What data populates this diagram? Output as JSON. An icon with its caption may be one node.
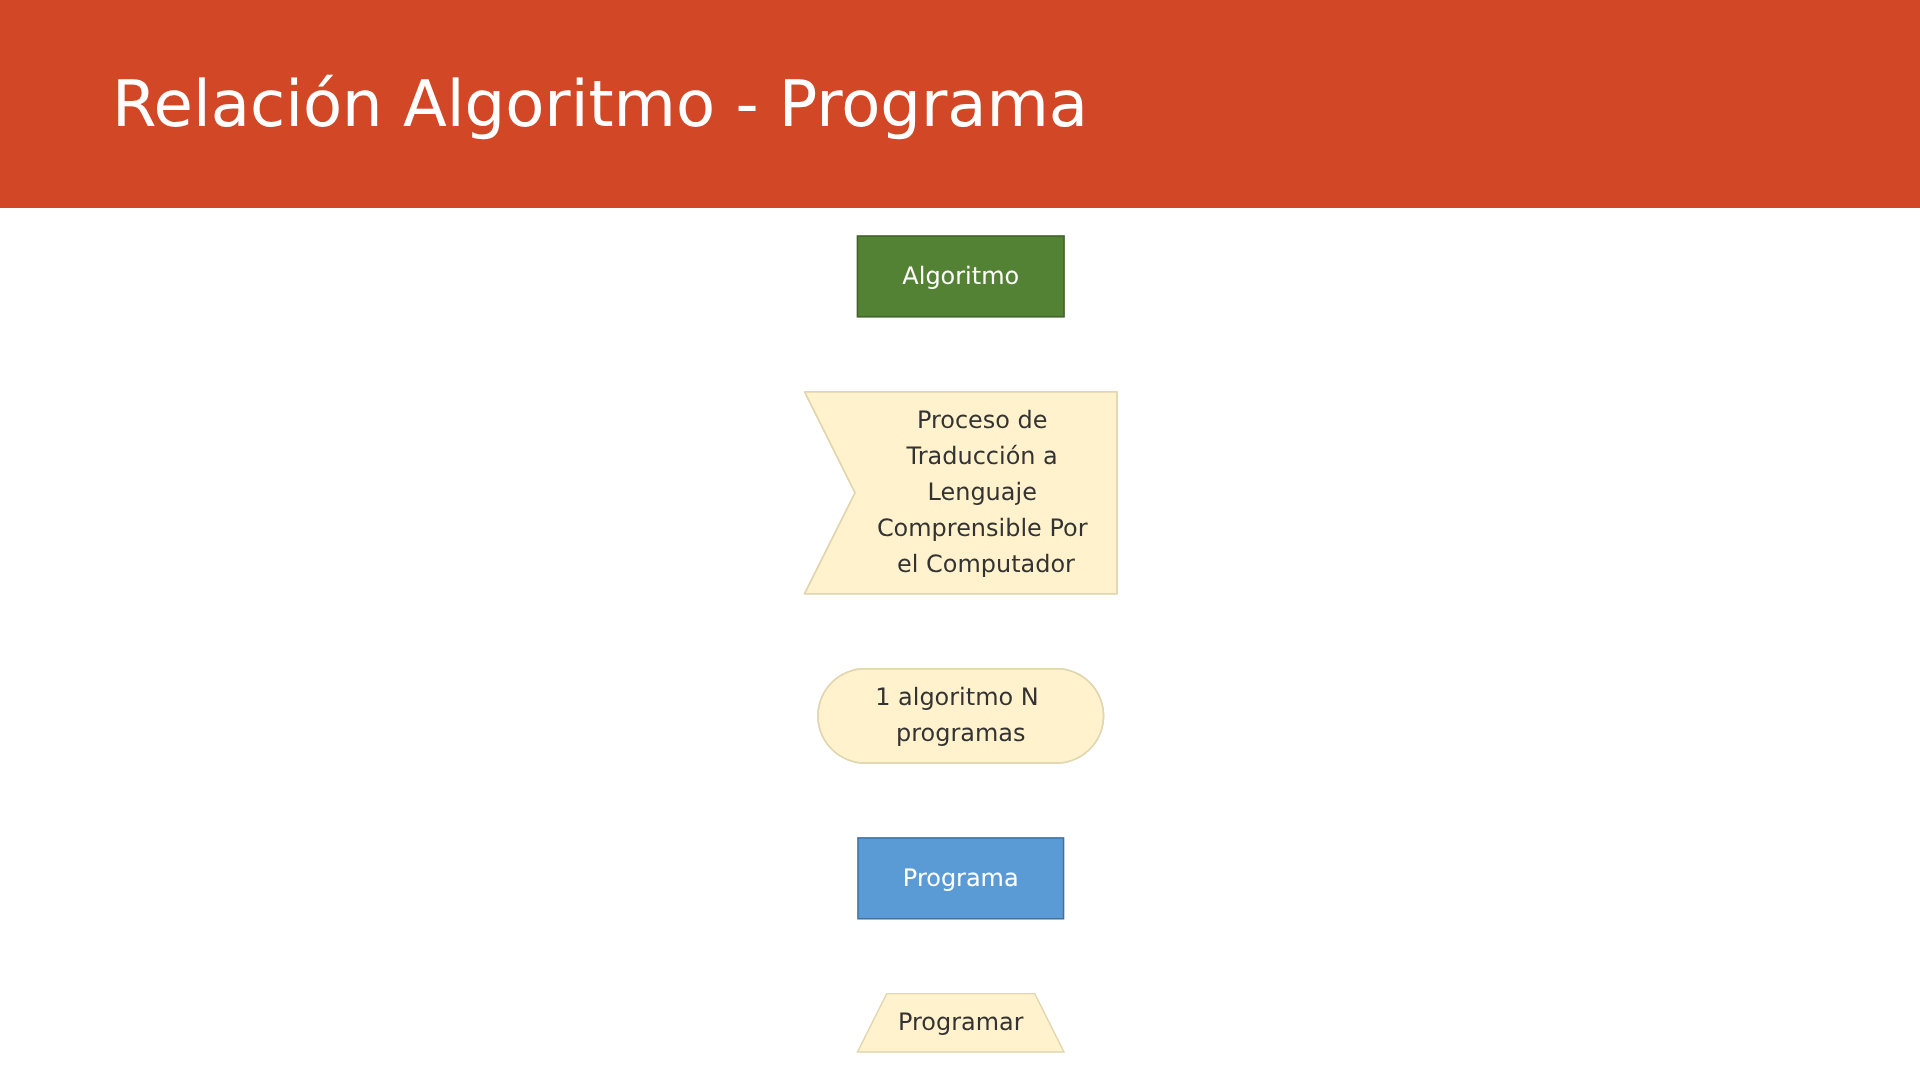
{
  "diagram": {
    "title": "Relación Algoritmo - Programa",
    "nodes": [
      {
        "text": [
          "Algoritmo"
        ]
      },
      {
        "text": [
          "Proceso de Traducción a Lenguaje Comprensible Por el Computador"
        ]
      },
      {
        "text": [
          "1 algoritmo N programas"
        ]
      },
      {
        "text": [
          "Programa"
        ]
      },
      {
        "text": [
          "Programar"
        ]
      }
    ],
    "edges": []
  }
}
